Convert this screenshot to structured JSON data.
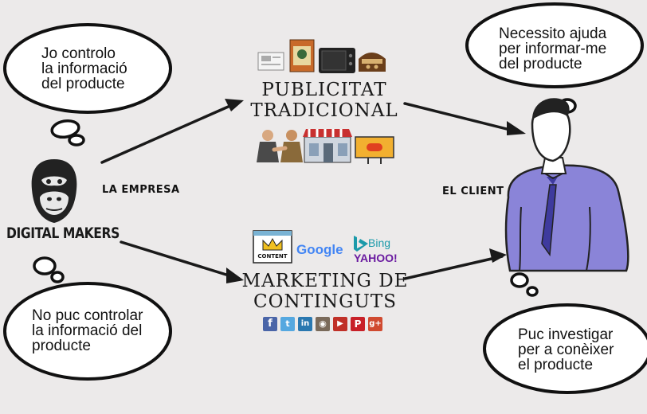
{
  "brand": {
    "name": "DIGITAL MAKERS"
  },
  "labels": {
    "company": "LA EMPRESA",
    "client": "EL CLIENT"
  },
  "channels": {
    "traditional": "PUBLICITAT\nTRADICIONAL",
    "content": "MARKETING DE\nCONTINGUTS"
  },
  "bubbles": {
    "company_top": "Jo controlo\nla informació\ndel producte",
    "company_bottom": "No puc controlar\nla informació del\nproducte",
    "client_top": "Necessito ajuda\nper informar-me\ndel producte",
    "client_bottom": "Puc investigar\nper a conèixer\nel producte"
  },
  "content_icons": {
    "content_card": "CONTENT",
    "google": "Google",
    "bing": "Bing",
    "yahoo": "YAHOO!"
  },
  "social_icons": [
    "facebook-icon",
    "twitter-icon",
    "linkedin-icon",
    "instagram-icon",
    "youtube-icon",
    "pinterest-icon",
    "googleplus-icon"
  ],
  "colors": {
    "background": "#eceaea",
    "shirt": "#8a84d8",
    "tie": "#3e3a9e",
    "ink": "#111111"
  }
}
